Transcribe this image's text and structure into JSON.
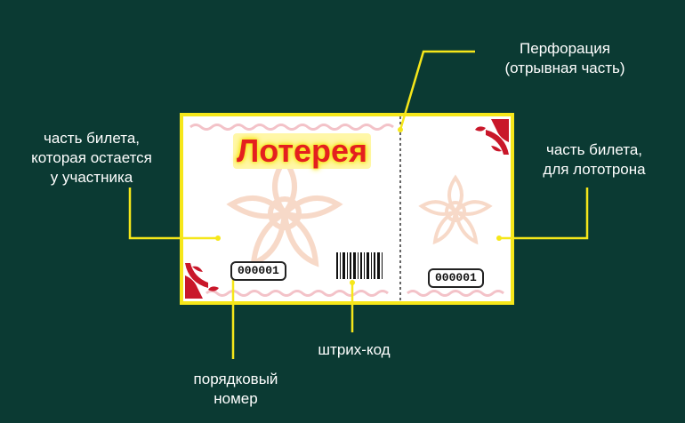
{
  "labels": {
    "perforation": [
      "Перфорация",
      "(отрывная часть)"
    ],
    "stub": [
      "часть билета,",
      "которая остается",
      "у участника"
    ],
    "drum": [
      "часть билета,",
      "для лототрона"
    ],
    "barcode": "штрих-код",
    "serial": [
      "порядковый",
      "номер"
    ]
  },
  "ticket": {
    "title": "Лотерея",
    "serial_stub": "000001",
    "serial_drum": "000001"
  },
  "colors": {
    "background": "#0b3a33",
    "callout": "#f6e71a",
    "ornament": "#f3c2c8",
    "corner": "#c9172a",
    "title": "#e41f1f"
  }
}
